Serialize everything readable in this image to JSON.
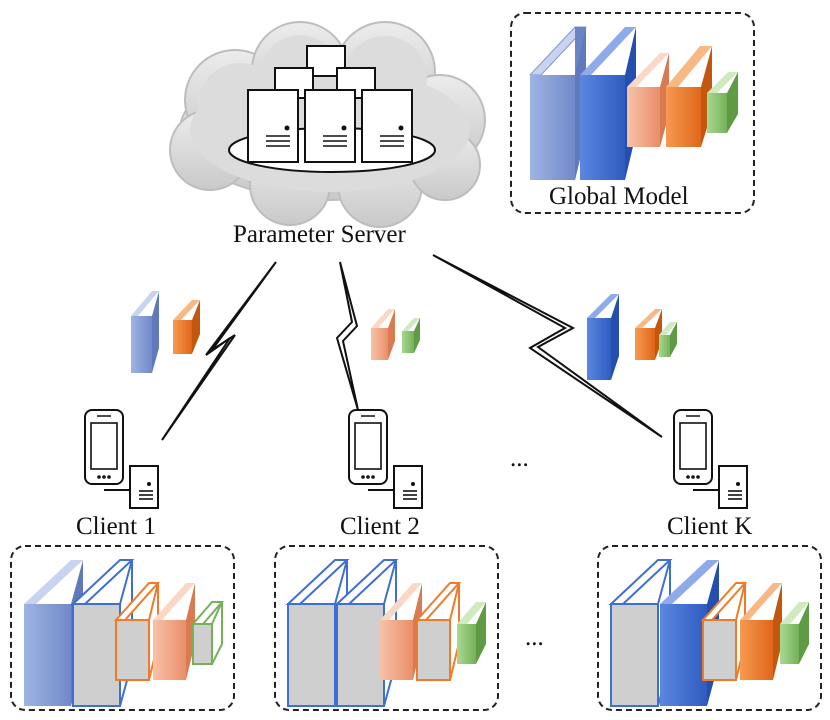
{
  "server": {
    "label": "Parameter Server"
  },
  "global_model": {
    "label": "Global Model"
  },
  "clients": [
    {
      "label": "Client 1"
    },
    {
      "label": "Client 2"
    },
    {
      "label": "Client K"
    }
  ],
  "ellipsis": "...",
  "colors": {
    "layer_blue_light": "#8fa7d8",
    "layer_blue": "#3f6fd0",
    "layer_orange_light": "#f2a98a",
    "layer_orange": "#ef7b2a",
    "layer_green": "#8cc472",
    "layer_gray": "#cfcfcf",
    "cloud": "#d4d4d4"
  }
}
